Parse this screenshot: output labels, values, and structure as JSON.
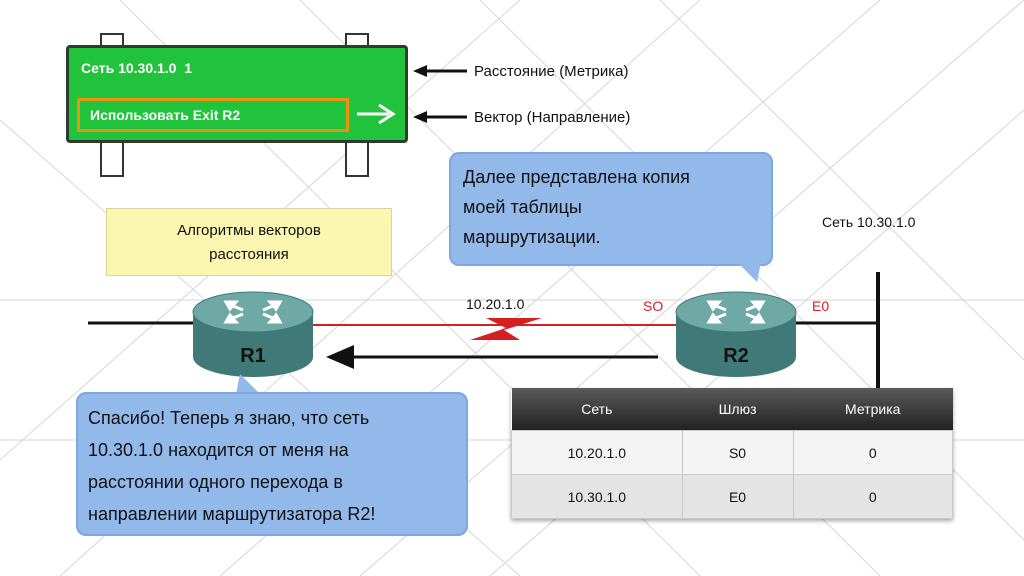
{
  "sign": {
    "line1": "Сеть 10.30.1.0  1",
    "line2": "Использовать Exit R2"
  },
  "labels": {
    "distance": "Расстояние (Метрика)",
    "vector": "Вектор (Направление)"
  },
  "bubble_top": {
    "line1": "Далее представлена копия",
    "line2": "моей таблицы",
    "line3": "маршрутизации."
  },
  "yellow_box": {
    "line1": "Алгоритмы векторов",
    "line2": "расстояния"
  },
  "network_right": "Сеть 10.30.1.0",
  "link_network": "10.20.1.0",
  "interface_so": "SO",
  "interface_e0": "E0",
  "routers": {
    "r1": "R1",
    "r2": "R2"
  },
  "bubble_bottom": {
    "line1": "Спасибо! Теперь я знаю, что сеть",
    "line2": "10.30.1.0 находится от меня на",
    "line3": "расстоянии одного перехода в",
    "line4": "направлении маршрутизатора R2!"
  },
  "table": {
    "headers": [
      "Сеть",
      "Шлюз",
      "Метрика"
    ],
    "rows": [
      [
        "10.20.1.0",
        "S0",
        "0"
      ],
      [
        "10.30.1.0",
        "E0",
        "0"
      ]
    ]
  },
  "colors": {
    "sign_green": "#22c33c",
    "sign_border_orange": "#e8920f",
    "bubble_blue": "#92b9ea",
    "yellow_note": "#fbf7b0",
    "router_teal": "#4e8a88",
    "serial_red": "#d42020"
  }
}
